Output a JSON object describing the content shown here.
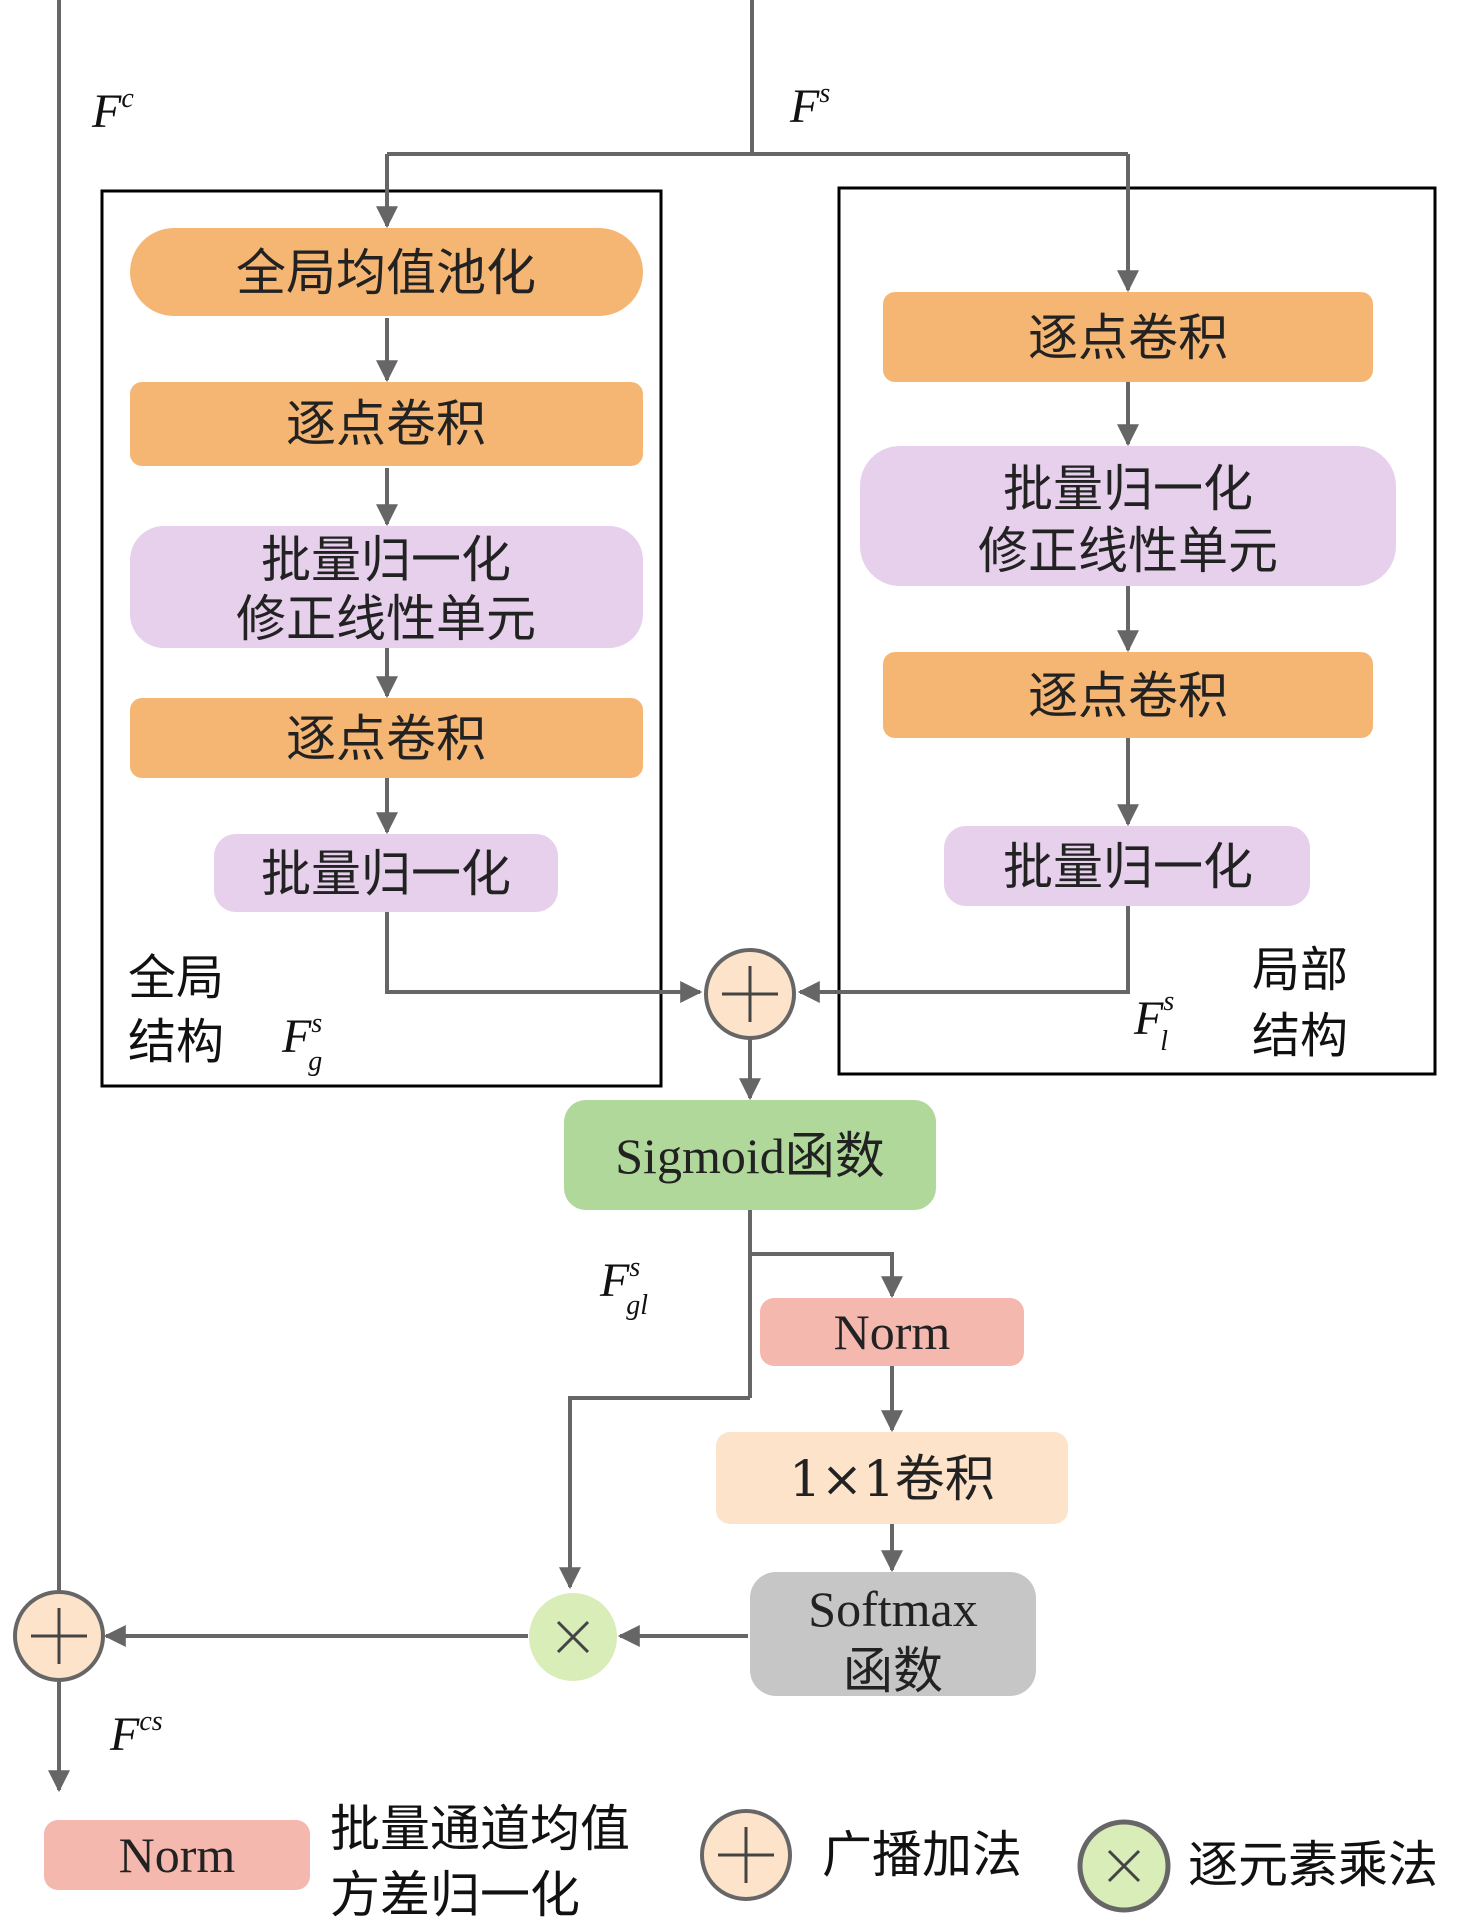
{
  "colors": {
    "orange": "#F6B673",
    "purple": "#E6D0EC",
    "green": "#B0D89A",
    "pink": "#F4B8AE",
    "peach": "#FCE3C9",
    "gray": "#C6C6C6",
    "add_circle": "#FCE3C9",
    "mul_circle": "#D9EDB9",
    "line": "#666666",
    "frame": "#000000"
  },
  "inputs": {
    "fc": {
      "base": "F",
      "sup": "c"
    },
    "fs": {
      "base": "F",
      "sup": "s"
    }
  },
  "global_branch": {
    "label_line1": "全局",
    "label_line2": "结构",
    "var": {
      "base": "F",
      "sup": "s",
      "sub": "g"
    },
    "steps": {
      "gap": "全局均值池化",
      "conv1": "逐点卷积",
      "bnrelu_line1": "批量归一化",
      "bnrelu_line2": "修正线性单元",
      "conv2": "逐点卷积",
      "bn": "批量归一化"
    }
  },
  "local_branch": {
    "label_line1": "局部",
    "label_line2": "结构",
    "var": {
      "base": "F",
      "sup": "s",
      "sub": "l"
    },
    "steps": {
      "conv1": "逐点卷积",
      "bnrelu_line1": "批量归一化",
      "bnrelu_line2": "修正线性单元",
      "conv2": "逐点卷积",
      "bn": "批量归一化"
    }
  },
  "fusion": {
    "sigmoid": "Sigmoid函数",
    "fgl": {
      "base": "F",
      "sup": "s",
      "sub": "gl"
    },
    "norm": "Norm",
    "conv1x1": "1×1卷积",
    "softmax_line1": "Softmax",
    "softmax_line2": "函数",
    "add_symbol": "+",
    "mul_symbol": "×",
    "fcs": {
      "base": "F",
      "sup": "cs"
    }
  },
  "legend": {
    "norm_box": "Norm",
    "norm_desc_line1": "批量通道均值",
    "norm_desc_line2": "方差归一化",
    "add_symbol": "+",
    "add_desc": "广播加法",
    "mul_symbol": "×",
    "mul_desc": "逐元素乘法"
  }
}
